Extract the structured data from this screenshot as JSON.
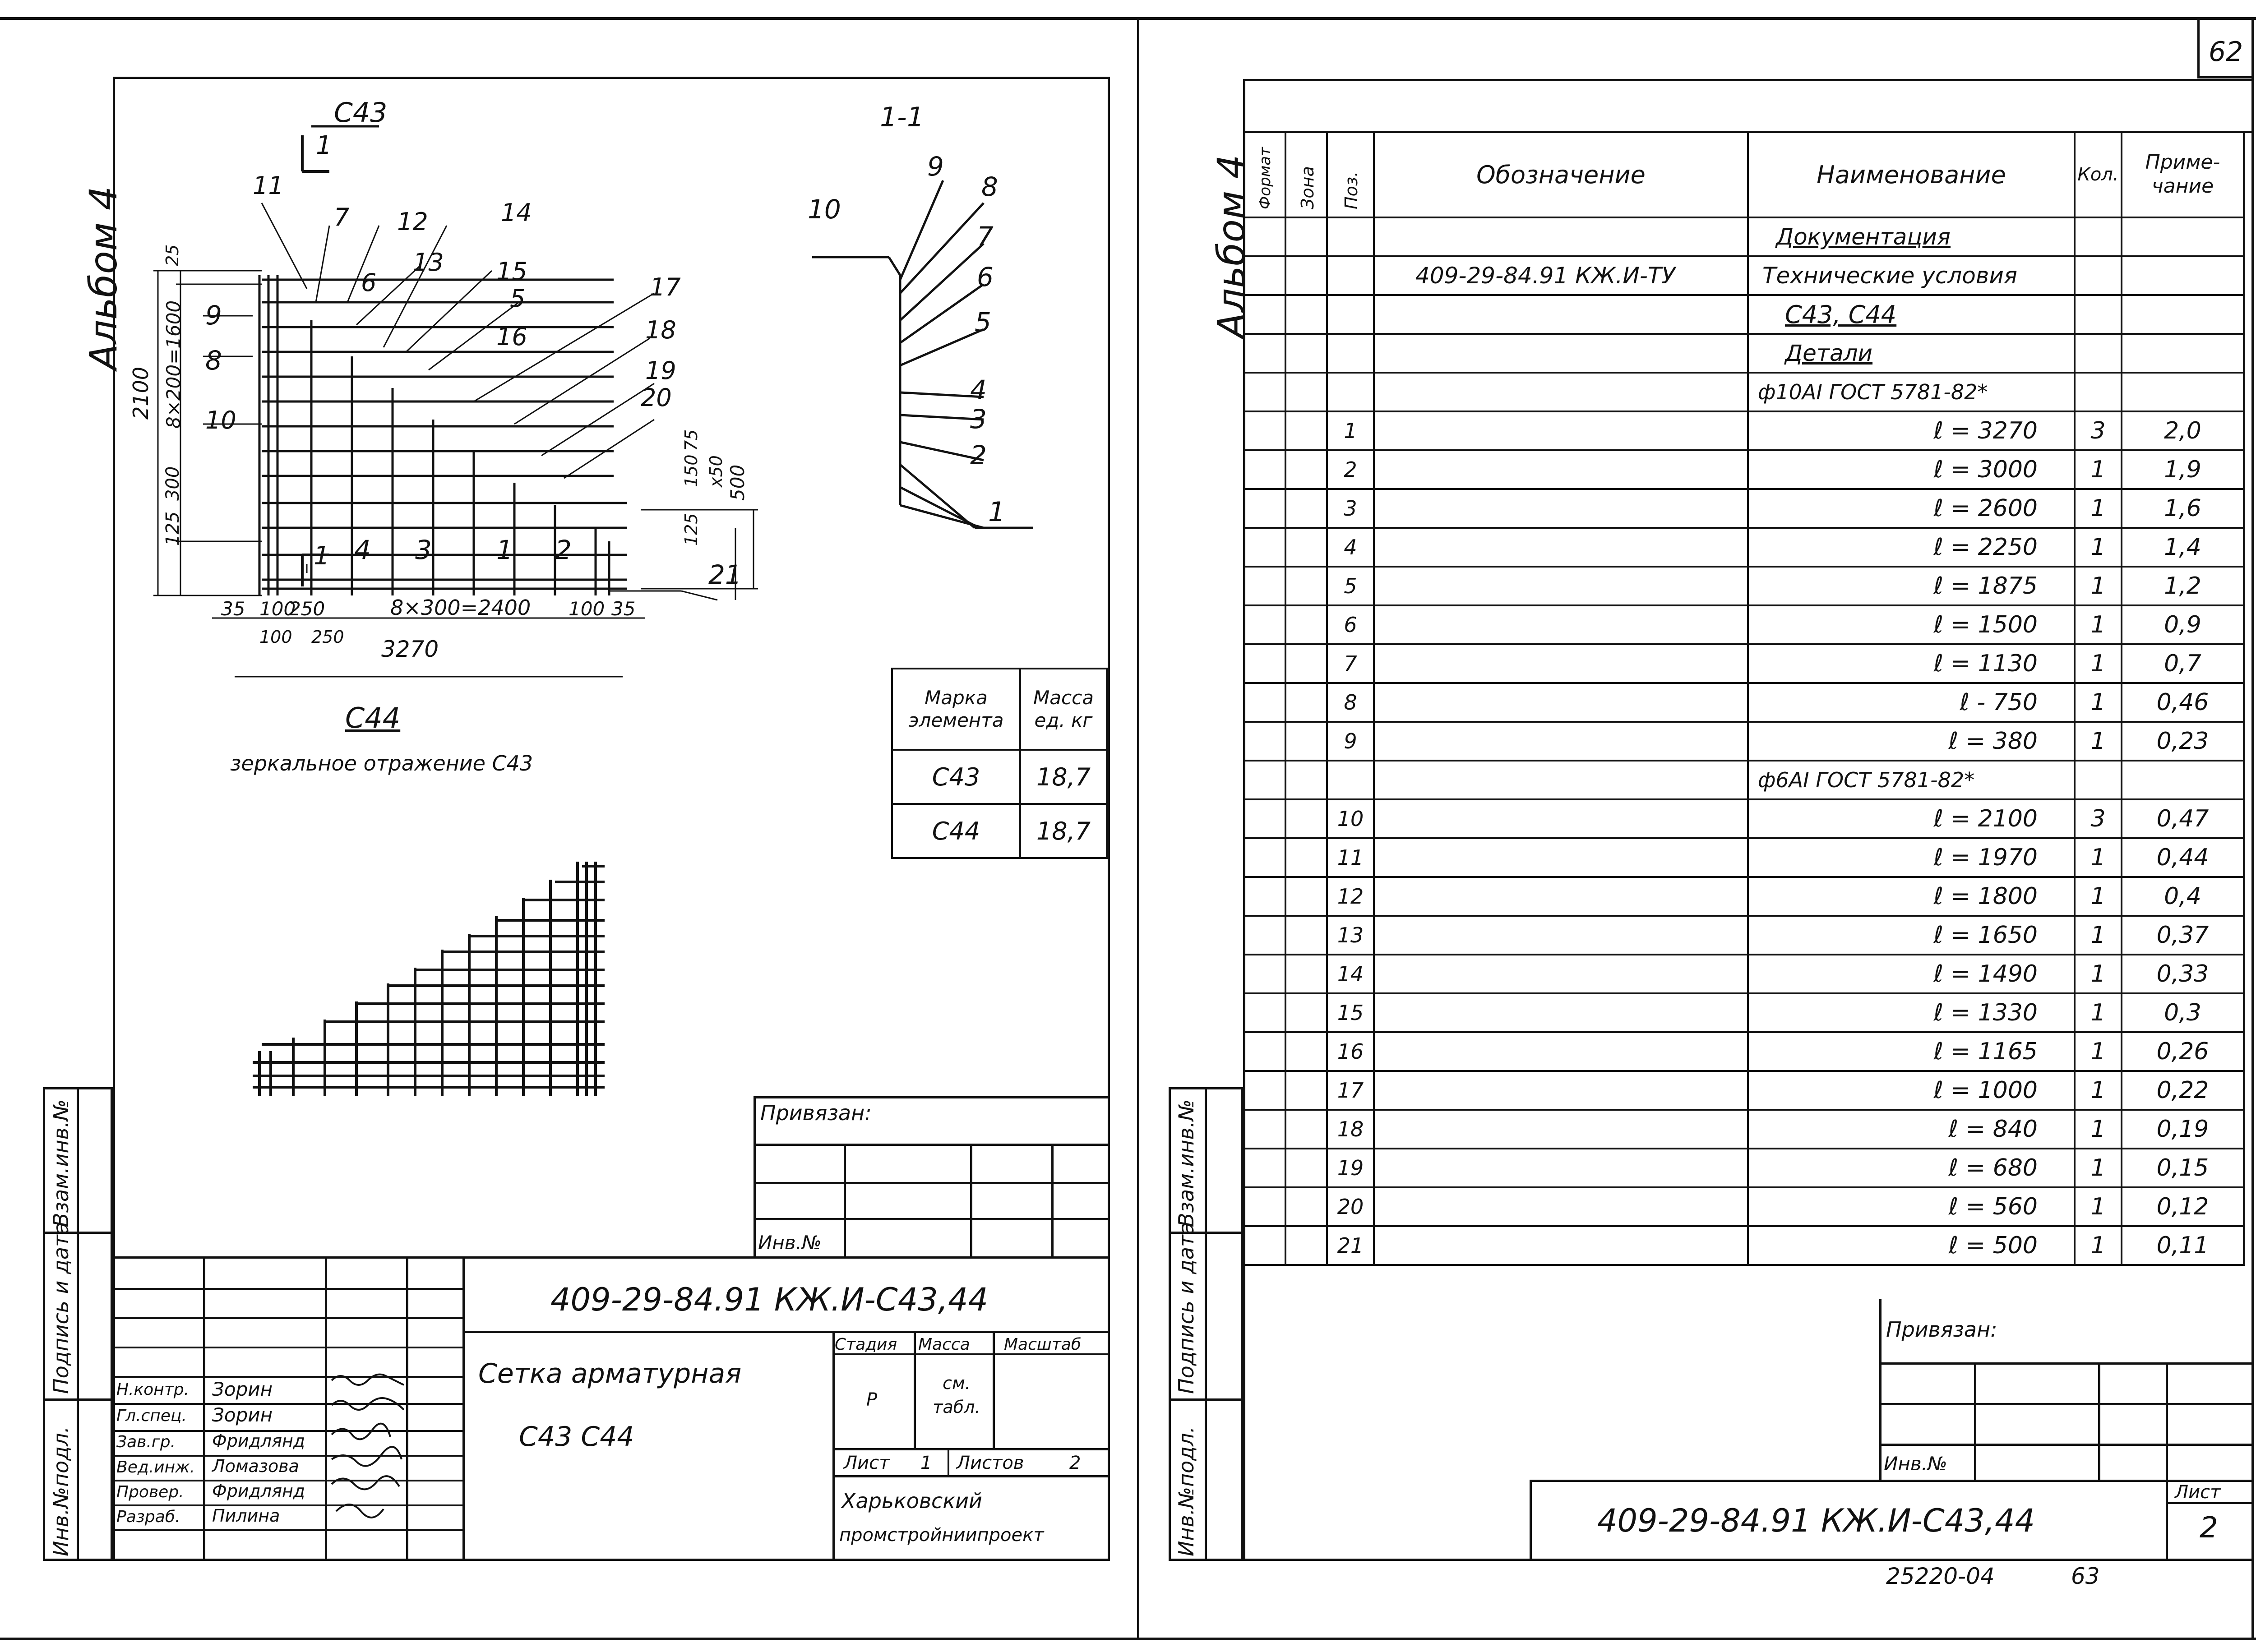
{
  "page_number": "62",
  "album_label": "Альбом 4",
  "left_sheet": {
    "view_label": "С43",
    "section_label": "1-1",
    "section_mark": "1",
    "mirror_label": "С44",
    "mirror_note": "зеркальное отражение С43",
    "dim_height": "2100",
    "dim_top": "25",
    "dim_grid_v": "8×200=1600",
    "dim_300": "300",
    "dim_125": "125",
    "dim_35a": "35",
    "dim_100a": "100",
    "dim_250a": "250",
    "dim_100b": "100",
    "dim_250b": "250",
    "dim_grid_h": "8×300=2400",
    "dim_100c": "100",
    "dim_35b": "35",
    "dim_total": "3270",
    "dim_75": "75",
    "dim_150": "150",
    "dim_x50": "х50",
    "dim_500": "500",
    "dim_125b": "125",
    "plan_callouts": [
      "11",
      "7",
      "12",
      "14",
      "13",
      "6",
      "15",
      "5",
      "16",
      "17",
      "18",
      "19",
      "20",
      "9",
      "8",
      "10",
      "4",
      "3",
      "1",
      "2",
      "21"
    ],
    "section_callouts": [
      "9",
      "8",
      "10",
      "7",
      "6",
      "5",
      "4",
      "3",
      "2",
      "1"
    ],
    "mass_table": {
      "headers": [
        "Марка элемента",
        "Масса ед. кг"
      ],
      "rows": [
        [
          "С43",
          "18,7"
        ],
        [
          "С44",
          "18,7"
        ]
      ]
    },
    "binding_label": "Привязан:",
    "inv_label": "Инв.№",
    "side_stamp": [
      "Взам.инв.№",
      "Подпись и дата",
      "Инв.№подл."
    ],
    "title_block": {
      "code": "409-29-84.91     КЖ.И-С43,44",
      "name_line1": "Сетка  арматурная",
      "name_line2": "С43   С44",
      "stage_header": "Стадия",
      "mass_header": "Масса",
      "scale_header": "Масштаб",
      "stage_value": "Р",
      "mass_value": "см. табл.",
      "sheet_label": "Лист",
      "sheet_value": "1",
      "sheets_label": "Листов",
      "sheets_value": "2",
      "org_line1": "Харьковский",
      "org_line2": "промстройниипроект",
      "signers": [
        {
          "role": "Н.контр.",
          "name": "Зорин"
        },
        {
          "role": "Гл.спец.",
          "name": "Зорин"
        },
        {
          "role": "Зав.гр.",
          "name": "Фридлянд"
        },
        {
          "role": "Вед.инж.",
          "name": "Ломазова"
        },
        {
          "role": "Провер.",
          "name": "Фридлянд"
        },
        {
          "role": "Разраб.",
          "name": "Пилина"
        }
      ]
    }
  },
  "right_sheet": {
    "headers": {
      "format": "Формат",
      "zone": "Зона",
      "pos": "Поз.",
      "designation": "Обозначение",
      "name": "Наименование",
      "qty": "Кол.",
      "note": "Приме-чание"
    },
    "doc_section": "Документация",
    "doc_designation": "409-29-84.91 КЖ.И-ТУ",
    "doc_name": "Технические условия",
    "doc_name2": "С43, С44",
    "parts_section": "Детали",
    "group1": "ф10АI ГОСТ 5781-82*",
    "group2": "ф6АI ГОСТ 5781-82*",
    "rows1": [
      {
        "pos": "1",
        "name": "ℓ = 3270",
        "qty": "3",
        "note": "2,0"
      },
      {
        "pos": "2",
        "name": "ℓ = 3000",
        "qty": "1",
        "note": "1,9"
      },
      {
        "pos": "3",
        "name": "ℓ = 2600",
        "qty": "1",
        "note": "1,6"
      },
      {
        "pos": "4",
        "name": "ℓ = 2250",
        "qty": "1",
        "note": "1,4"
      },
      {
        "pos": "5",
        "name": "ℓ = 1875",
        "qty": "1",
        "note": "1,2"
      },
      {
        "pos": "6",
        "name": "ℓ = 1500",
        "qty": "1",
        "note": "0,9"
      },
      {
        "pos": "7",
        "name": "ℓ = 1130",
        "qty": "1",
        "note": "0,7"
      },
      {
        "pos": "8",
        "name": "ℓ - 750",
        "qty": "1",
        "note": "0,46"
      },
      {
        "pos": "9",
        "name": "ℓ = 380",
        "qty": "1",
        "note": "0,23"
      }
    ],
    "rows2": [
      {
        "pos": "10",
        "name": "ℓ = 2100",
        "qty": "3",
        "note": "0,47"
      },
      {
        "pos": "11",
        "name": "ℓ = 1970",
        "qty": "1",
        "note": "0,44"
      },
      {
        "pos": "12",
        "name": "ℓ = 1800",
        "qty": "1",
        "note": "0,4"
      },
      {
        "pos": "13",
        "name": "ℓ = 1650",
        "qty": "1",
        "note": "0,37"
      },
      {
        "pos": "14",
        "name": "ℓ = 1490",
        "qty": "1",
        "note": "0,33"
      },
      {
        "pos": "15",
        "name": "ℓ = 1330",
        "qty": "1",
        "note": "0,3"
      },
      {
        "pos": "16",
        "name": "ℓ = 1165",
        "qty": "1",
        "note": "0,26"
      },
      {
        "pos": "17",
        "name": "ℓ = 1000",
        "qty": "1",
        "note": "0,22"
      },
      {
        "pos": "18",
        "name": "ℓ = 840",
        "qty": "1",
        "note": "0,19"
      },
      {
        "pos": "19",
        "name": "ℓ = 680",
        "qty": "1",
        "note": "0,15"
      },
      {
        "pos": "20",
        "name": "ℓ = 560",
        "qty": "1",
        "note": "0,12"
      },
      {
        "pos": "21",
        "name": "ℓ = 500",
        "qty": "1",
        "note": "0,11"
      }
    ],
    "binding_label": "Привязан:",
    "inv_label": "Инв.№",
    "code": "409-29-84.91     КЖ.И-С43,44",
    "sheet_label": "Лист",
    "sheet_value": "2",
    "footer_code": "25220-04",
    "footer_page": "63"
  }
}
